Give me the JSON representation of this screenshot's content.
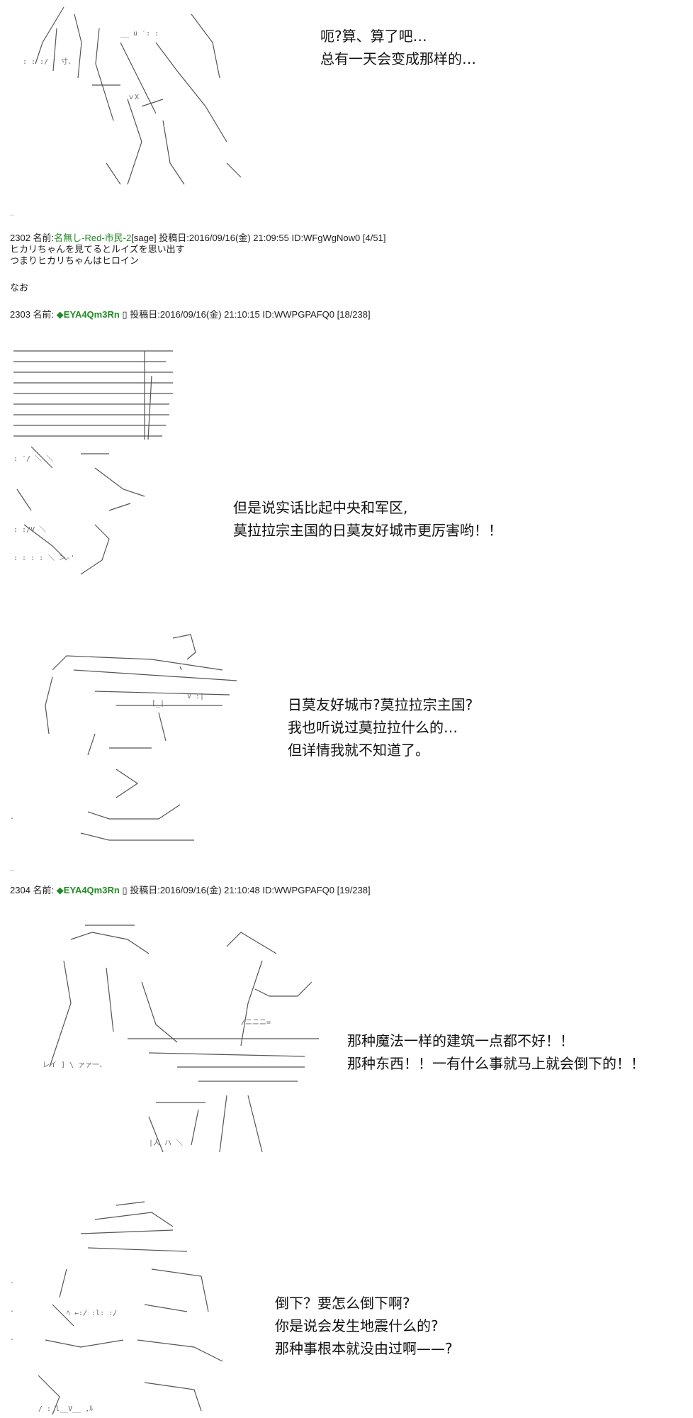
{
  "panel1": {
    "lines": [
      "呃?算、算了吧…",
      "总有一天会变成那样的…"
    ]
  },
  "post2302": {
    "number": "2302",
    "name_label": "名前:",
    "name": "名無し-Red-市民-2",
    "sage": "[sage]",
    "date_label": "投稿日:",
    "date": "2016/09/16(金) 21:09:55",
    "id": "ID:WFgWgNow0",
    "count": "[4/51]",
    "body": [
      "ヒカリちゃんを見てるとルイズを思い出す",
      "つまりヒカリちゃんはヒロイン",
      "",
      "なお"
    ]
  },
  "post2303": {
    "number": "2303",
    "name_label": "名前:",
    "trip": "◆EYA4Qm3Rn",
    "date_label": "投稿日:",
    "date": "2016/09/16(金) 21:10:15",
    "id": "ID:WWPGPAFQ0",
    "count": "[18/238]"
  },
  "panel2": {
    "lines": [
      "但是说实话比起中央和军区,",
      "莫拉拉宗主国的日莫友好城市更厉害哟！！"
    ]
  },
  "panel3": {
    "lines": [
      "日莫友好城市?莫拉拉宗主国?",
      "我也听说过莫拉拉什么的…",
      "但详情我就不知道了。"
    ]
  },
  "post2304": {
    "number": "2304",
    "name_label": "名前:",
    "trip": "◆EYA4Qm3Rn",
    "date_label": "投稿日:",
    "date": "2016/09/16(金) 21:10:48",
    "id": "ID:WWPGPAFQ0",
    "count": "[19/238]"
  },
  "panel4": {
    "lines": [
      "那种魔法一样的建筑一点都不好！！",
      "那种东西！！一有什么事就马上就会倒下的！！"
    ]
  },
  "panel5": {
    "lines": [
      "倒下？要怎么倒下啊?",
      "你是说会发生地震什么的?",
      "那种事根本就没由过啊——?"
    ]
  }
}
